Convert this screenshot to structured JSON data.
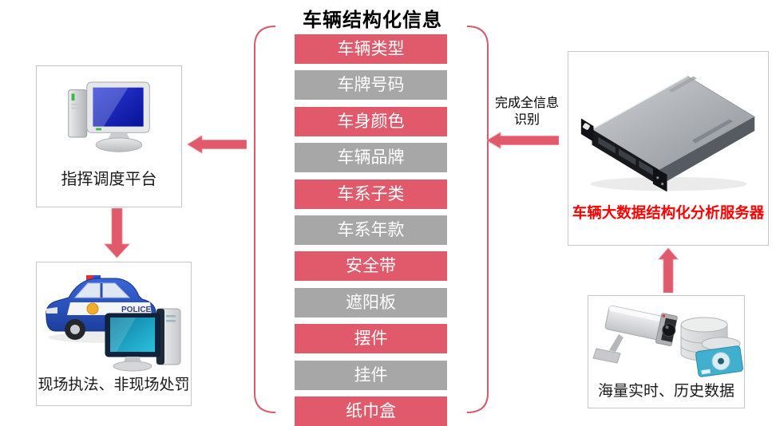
{
  "title": "车辆结构化信息",
  "colors": {
    "bar_red": "#E05A6B",
    "bar_gray": "#A7A7A7",
    "arrow": "#E05A6B",
    "bracket": "#D65A6C",
    "server_label": "#FF0000",
    "box_border": "#C6C6C6"
  },
  "attributes": [
    {
      "label": "车辆类型",
      "tone": "red"
    },
    {
      "label": "车牌号码",
      "tone": "gray"
    },
    {
      "label": "车身颜色",
      "tone": "red"
    },
    {
      "label": "车辆品牌",
      "tone": "gray"
    },
    {
      "label": "车系子类",
      "tone": "red"
    },
    {
      "label": "车系年款",
      "tone": "gray"
    },
    {
      "label": "安全带",
      "tone": "red"
    },
    {
      "label": "遮阳板",
      "tone": "gray"
    },
    {
      "label": "摆件",
      "tone": "red"
    },
    {
      "label": "挂件",
      "tone": "gray"
    },
    {
      "label": "纸巾盒",
      "tone": "red"
    }
  ],
  "nodes": {
    "platform": {
      "label": "指挥调度平台",
      "icon": "desktop-computer-icon"
    },
    "enforcement": {
      "label": "现场执法、非现场处罚",
      "icons": [
        "police-car-icon",
        "workstation-icon"
      ]
    },
    "server": {
      "label": "车辆大数据结构化分析服务器",
      "icon": "rack-server-icon"
    },
    "data_source": {
      "label": "海量实时、历史数据",
      "icons": [
        "cctv-camera-icon",
        "database-icon"
      ]
    }
  },
  "annotations": {
    "recognition_arrow_label": "完成全信息识别"
  },
  "arrows": [
    {
      "name": "arrow-server-to-list",
      "direction": "left"
    },
    {
      "name": "arrow-list-to-platform",
      "direction": "left"
    },
    {
      "name": "arrow-platform-to-enforcement",
      "direction": "down"
    },
    {
      "name": "arrow-data-to-server",
      "direction": "up"
    }
  ]
}
